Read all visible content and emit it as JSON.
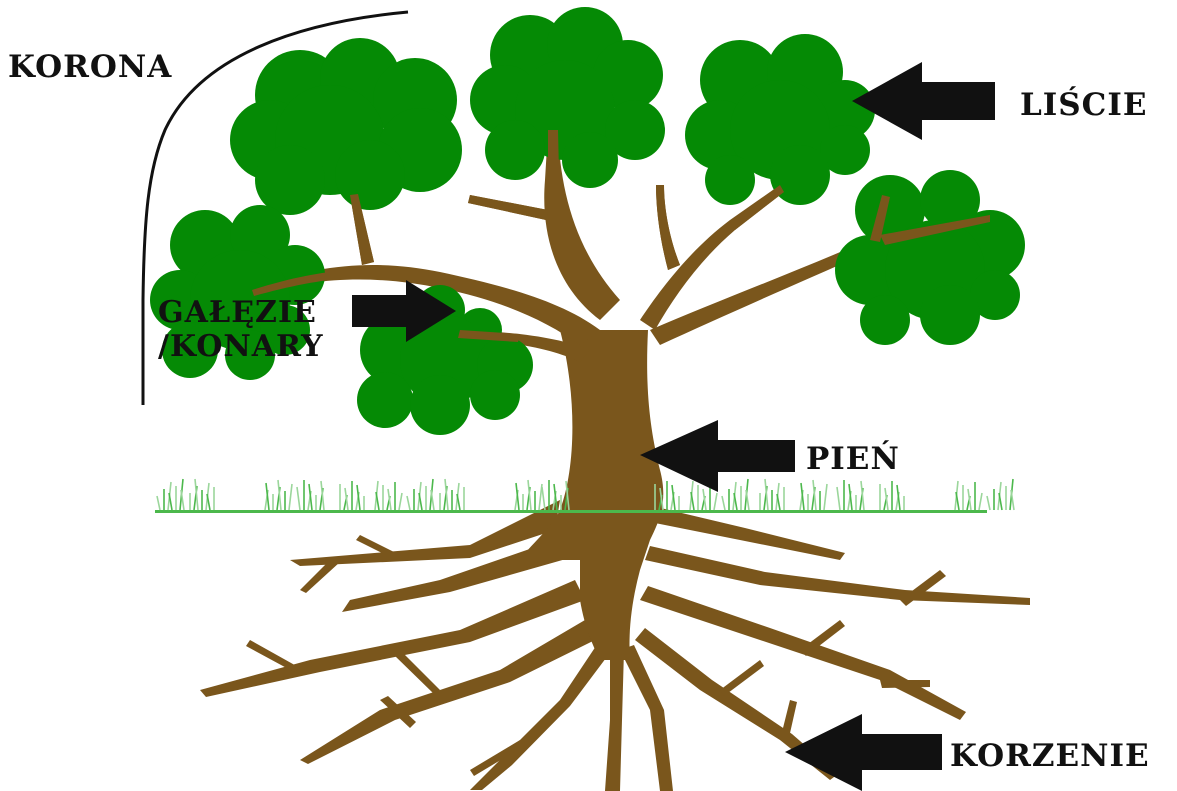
{
  "labels": {
    "crown": "KORONA",
    "leaves": "LIŚCIE",
    "branches_line1": "GAŁĘZIE",
    "branches_line2": "/KONARY",
    "trunk": "PIEŃ",
    "roots": "KORZENIE"
  },
  "colors": {
    "foliage": "#058a05",
    "foliage_shadow": "#047a04",
    "wood": "#7a561c",
    "grass": "#4cb84c",
    "grass_light": "#9bd69b",
    "arrow": "#111111",
    "text": "#111111"
  },
  "icons": {
    "arrow": "left-arrow-icon"
  }
}
